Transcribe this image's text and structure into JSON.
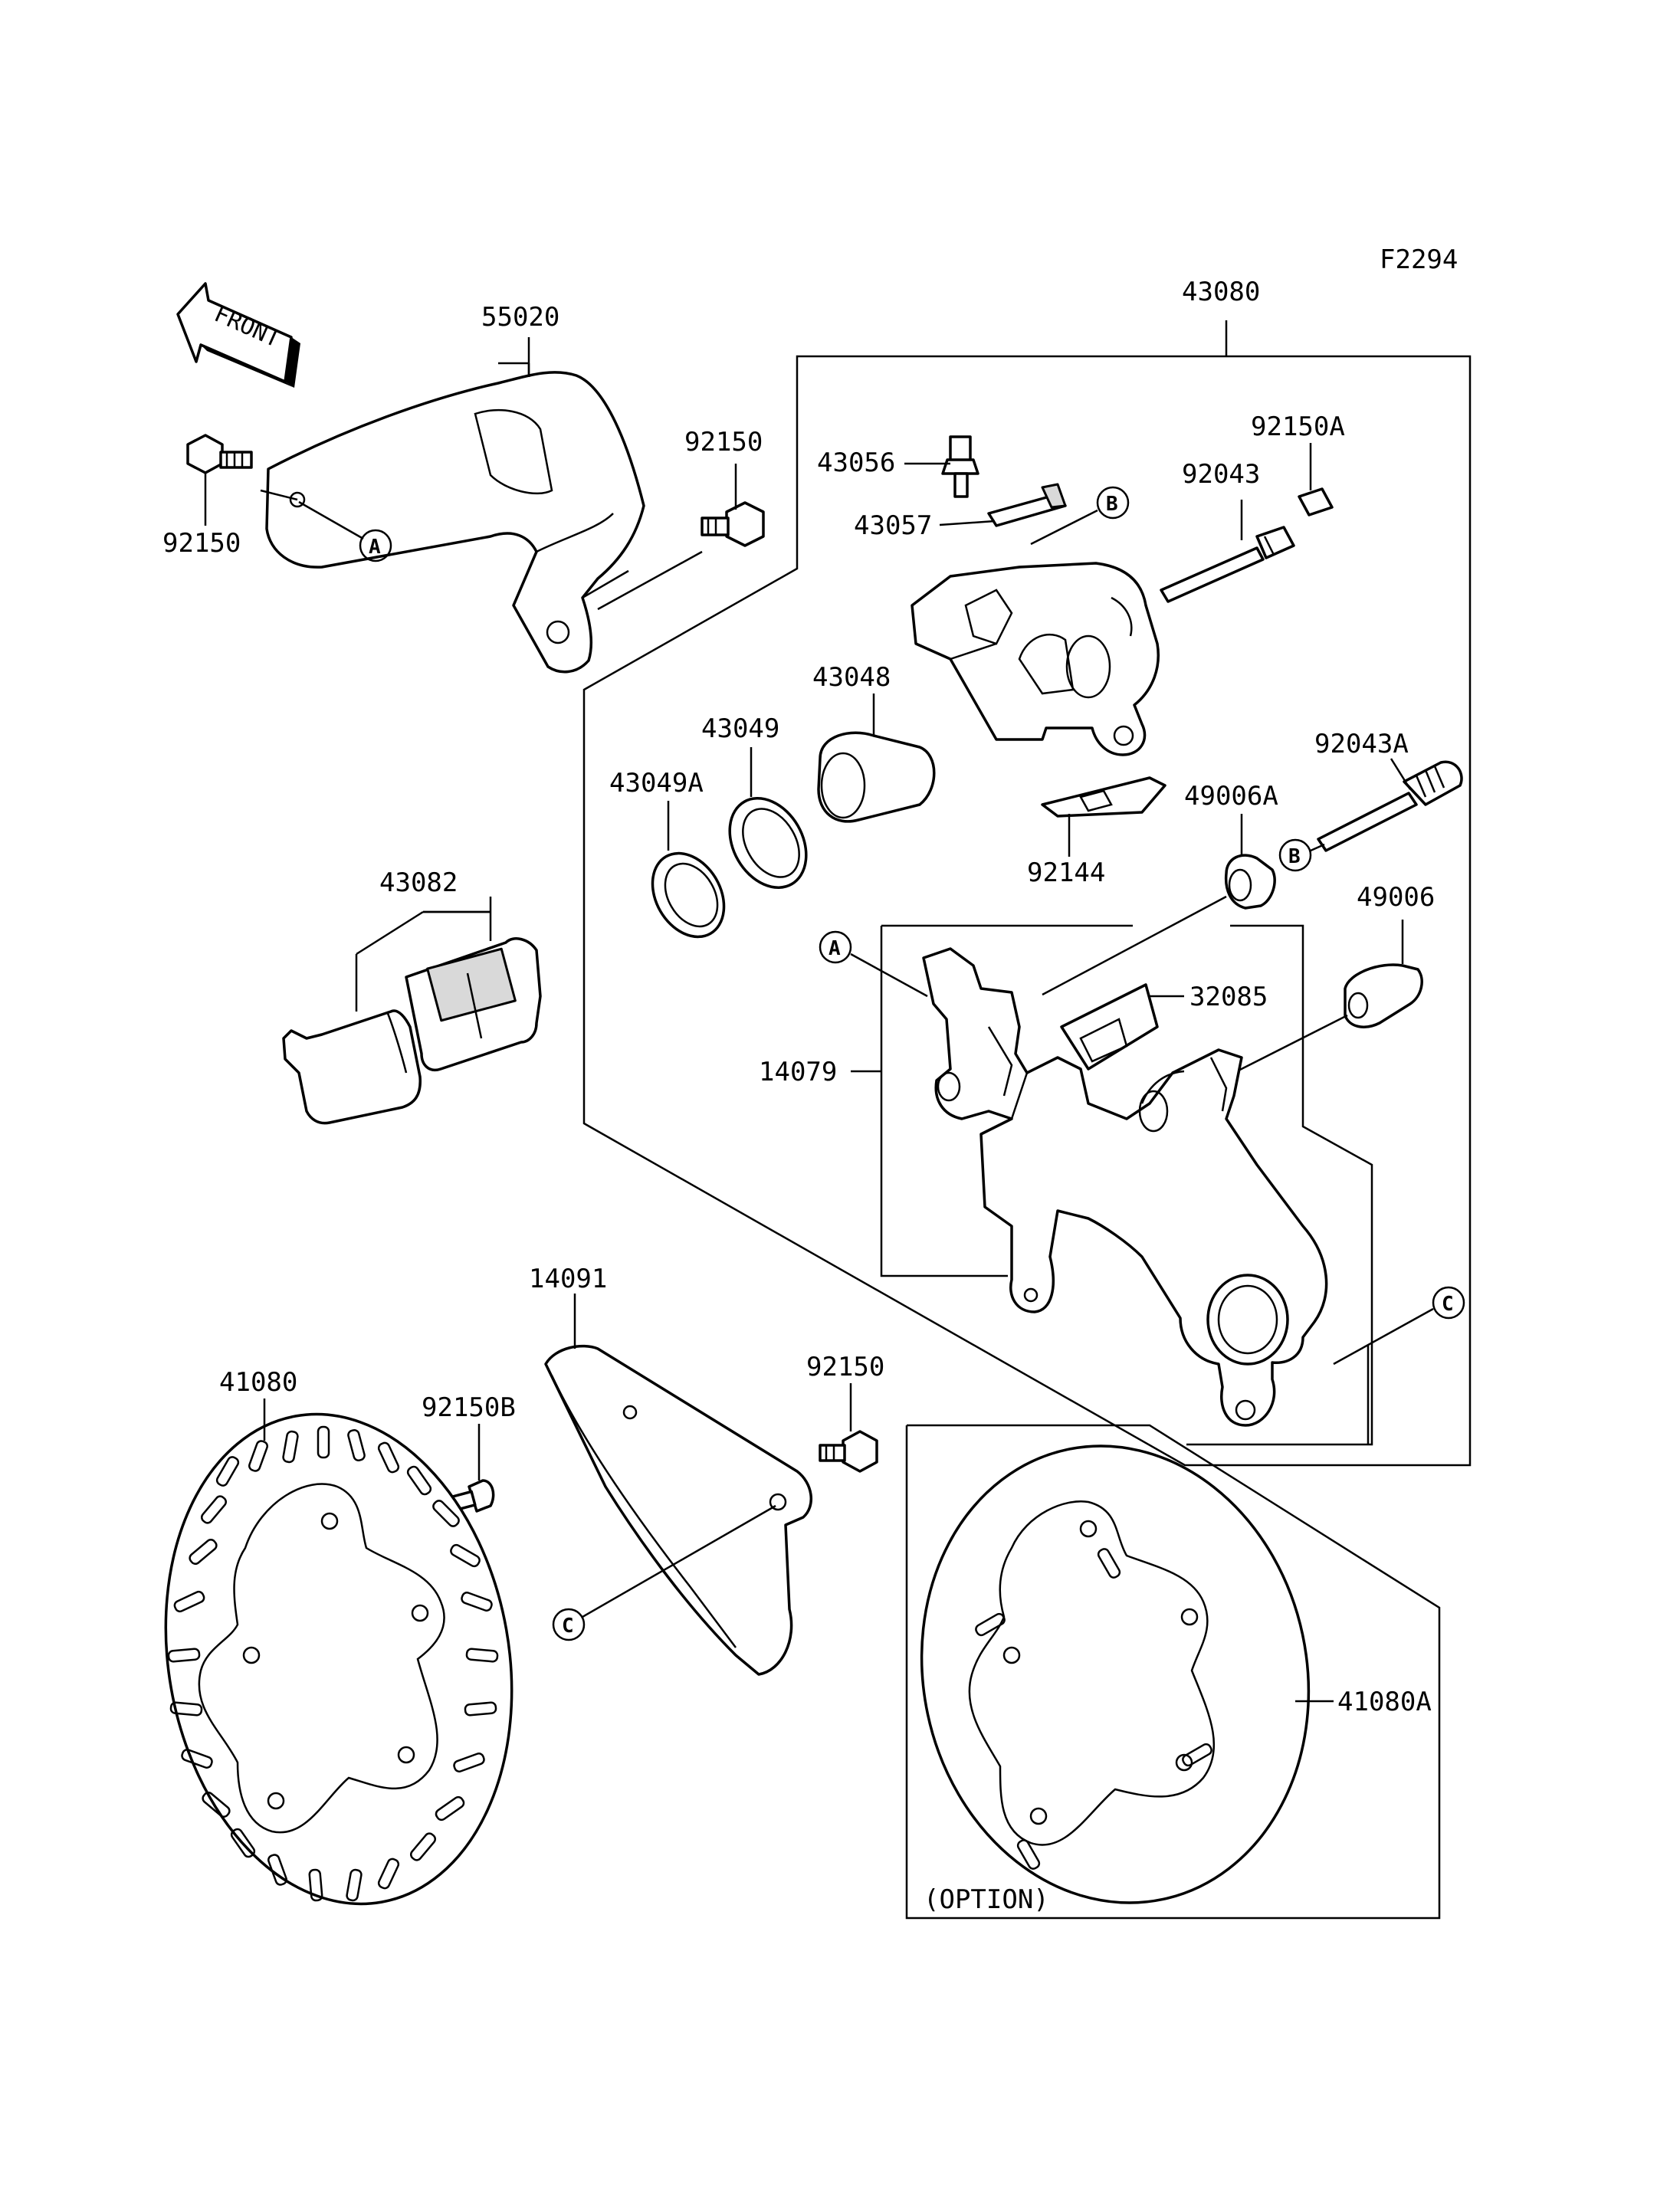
{
  "figure_code": "F2294",
  "front_arrow": {
    "label": "FRONT"
  },
  "option_label": "(OPTION)",
  "part_labels": {
    "p55020": "55020",
    "p92150_left": "92150",
    "p92150_bolt": "92150",
    "p43080": "43080",
    "p43056": "43056",
    "p43057": "43057",
    "p92043": "92043",
    "p92150A": "92150A",
    "p43048": "43048",
    "p43049": "43049",
    "p43049A": "43049A",
    "p43082": "43082",
    "p92043A": "92043A",
    "p49006A": "49006A",
    "p92144": "92144",
    "p49006": "49006",
    "p32085": "32085",
    "p14079": "14079",
    "p14091": "14091",
    "p92150_guard": "92150",
    "p41080": "41080",
    "p92150B": "92150B",
    "p41080A": "41080A"
  },
  "ref_markers": {
    "a1": "A",
    "a2": "A",
    "b1": "B",
    "b2": "B",
    "c1": "C",
    "c2": "C"
  }
}
